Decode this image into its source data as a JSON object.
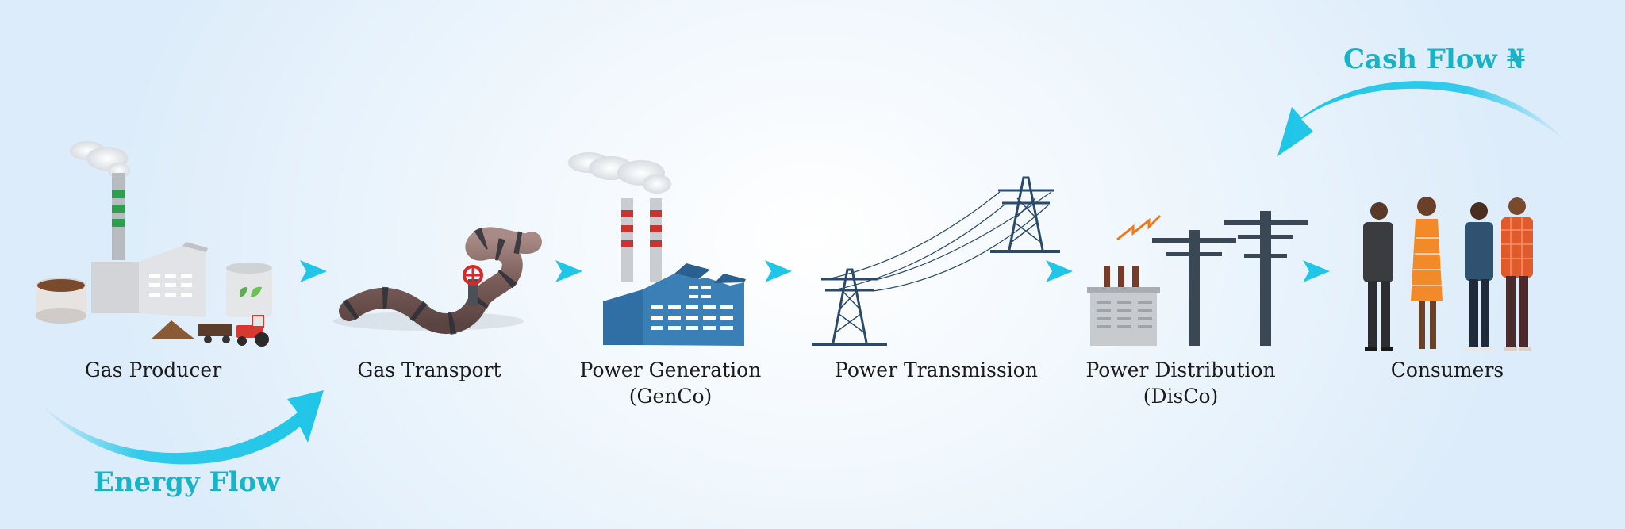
{
  "stages": [
    {
      "line1": "Gas Producer",
      "line2": ""
    },
    {
      "line1": "Gas Transport",
      "line2": ""
    },
    {
      "line1": "Power Generation",
      "line2": "(GenCo)"
    },
    {
      "line1": "Power Transmission",
      "line2": ""
    },
    {
      "line1": "Power Distribution",
      "line2": "(DisCo)"
    },
    {
      "line1": "Consumers",
      "line2": ""
    }
  ],
  "energy_flow": {
    "label": "Energy Flow"
  },
  "cash_flow": {
    "label": "Cash Flow ₦"
  },
  "colors": {
    "accent": "#19b3c7",
    "arrow": "#1fc6e8",
    "genco_blue": "#2f6fa3",
    "tower_blue": "#2a4a6b",
    "pole_dark": "#3a4754"
  }
}
